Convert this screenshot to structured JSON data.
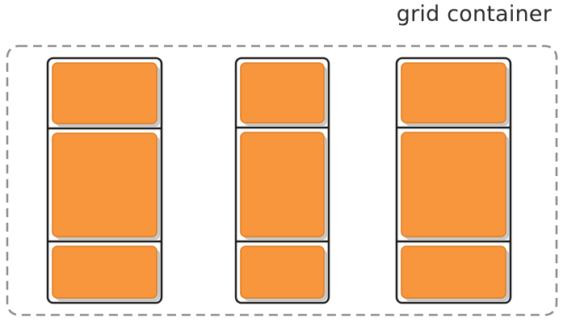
{
  "container_label": "grid container",
  "colors": {
    "item_fill": "#F7963D",
    "item_edge": "#E07C1F",
    "item_shadow": "#C9C9C9",
    "outline": "#1E1E1E",
    "container_dash": "#8C8C8C"
  },
  "columns": [
    {
      "name": "column-1",
      "items": [
        "item",
        "item",
        "item"
      ]
    },
    {
      "name": "column-2",
      "items": [
        "item",
        "item",
        "item"
      ]
    },
    {
      "name": "column-3",
      "items": [
        "item",
        "item",
        "item"
      ]
    }
  ]
}
